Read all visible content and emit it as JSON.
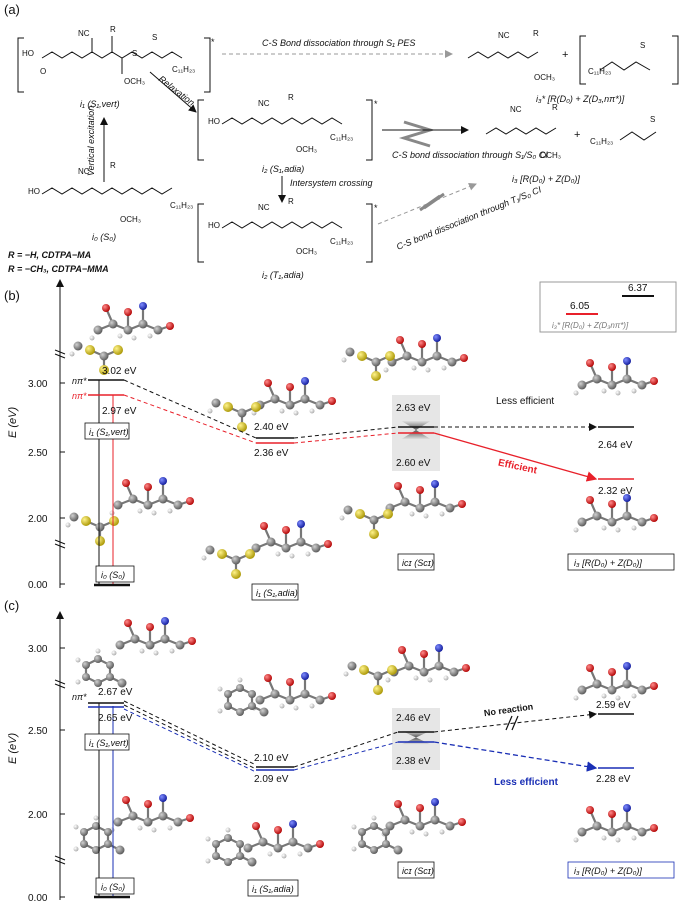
{
  "panel_a": {
    "label": "(a)",
    "arrow_cs_s1": "C-S Bond dissociation through S₁ PES",
    "relaxation": "Relaxation",
    "vertical_excitation": "Vertical excitation",
    "intersystem_crossing": "Intersystem crossing",
    "cs_s1s0_ci": "C-S bond dissociation through S₁/S₀ CI",
    "cs_t1s0_ci": "C-S bond dissociation through T₁/S₀ CI",
    "i1_label": "i₁ (S₁,vert)",
    "i0_label": "i₀ (S₀)",
    "i2s_label": "i₂ (S₁,adia)",
    "i2t_label": "i₂ (T₁,adia)",
    "i3star_label": "i₃* [R(D₀) + Z(D₃,nπ*)]",
    "i3_label": "i₃ [R(D₀) + Z(D₀)]",
    "r_line1": "R = −H, CDTPA−MA",
    "r_line2": "R = −CH₃, CDTPA−MMA",
    "groups": {
      "nc": "NC",
      "r": "R",
      "s": "S",
      "ho": "HO",
      "o": "O",
      "och3": "OCH₃",
      "c11h23": "C₁₁H₂₃",
      "plus": "+"
    }
  },
  "panel_b": {
    "label": "(b)",
    "ylabel": "E (eV)",
    "y_ticks": [
      "0.00",
      "2.00",
      "2.50",
      "3.00"
    ],
    "levels": {
      "npi_black": "3.02 eV",
      "npi_red": "2.97 eV",
      "s1adia_black": "2.40 eV",
      "s1adia_red": "2.36 eV",
      "ci_black": "2.63 eV",
      "ci_red": "2.60 eV",
      "prod_black": "2.64 eV",
      "prod_red": "2.32 eV"
    },
    "npi_tag_black": "nπ*",
    "npi_tag_red": "nπ*",
    "less_efficient": "Less efficient",
    "efficient": "Efficient",
    "states": [
      "i₁ (S₁,vert)",
      "i₀ (S₀)",
      "i₁ (S₁,adia)",
      "iᴄɪ (Sᴄɪ)",
      "i₃ [R(D₀) + Z(D₀)]"
    ],
    "inset": {
      "red_value": "6.05",
      "black_value": "6.37",
      "caption": "i₃* [R(D₀) + Z(D₃nπ*)]"
    }
  },
  "panel_c": {
    "label": "(c)",
    "ylabel": "E (eV)",
    "y_ticks": [
      "0.00",
      "2.00",
      "2.50",
      "3.00"
    ],
    "levels": {
      "npi_black": "2.67 eV",
      "npi_blue": "2.65 eV",
      "s1adia_black": "2.10 eV",
      "s1adia_blue": "2.09 eV",
      "ci_black": "2.46 eV",
      "ci_blue": "2.38 eV",
      "prod_black": "2.59 eV",
      "prod_blue": "2.28 eV"
    },
    "npi_tag": "nπ*",
    "no_reaction": "No reaction",
    "less_efficient": "Less efficient",
    "states": [
      "i₁ (S₁,vert)",
      "i₀ (S₀)",
      "i₁ (S₁,adia)",
      "iᴄɪ (Sᴄɪ)",
      "i₃ [R(D₀) + Z(D₀)]"
    ]
  },
  "colors": {
    "red": "#e8202a",
    "blue": "#1a2fb5",
    "black": "#111111",
    "gray": "#888888"
  }
}
